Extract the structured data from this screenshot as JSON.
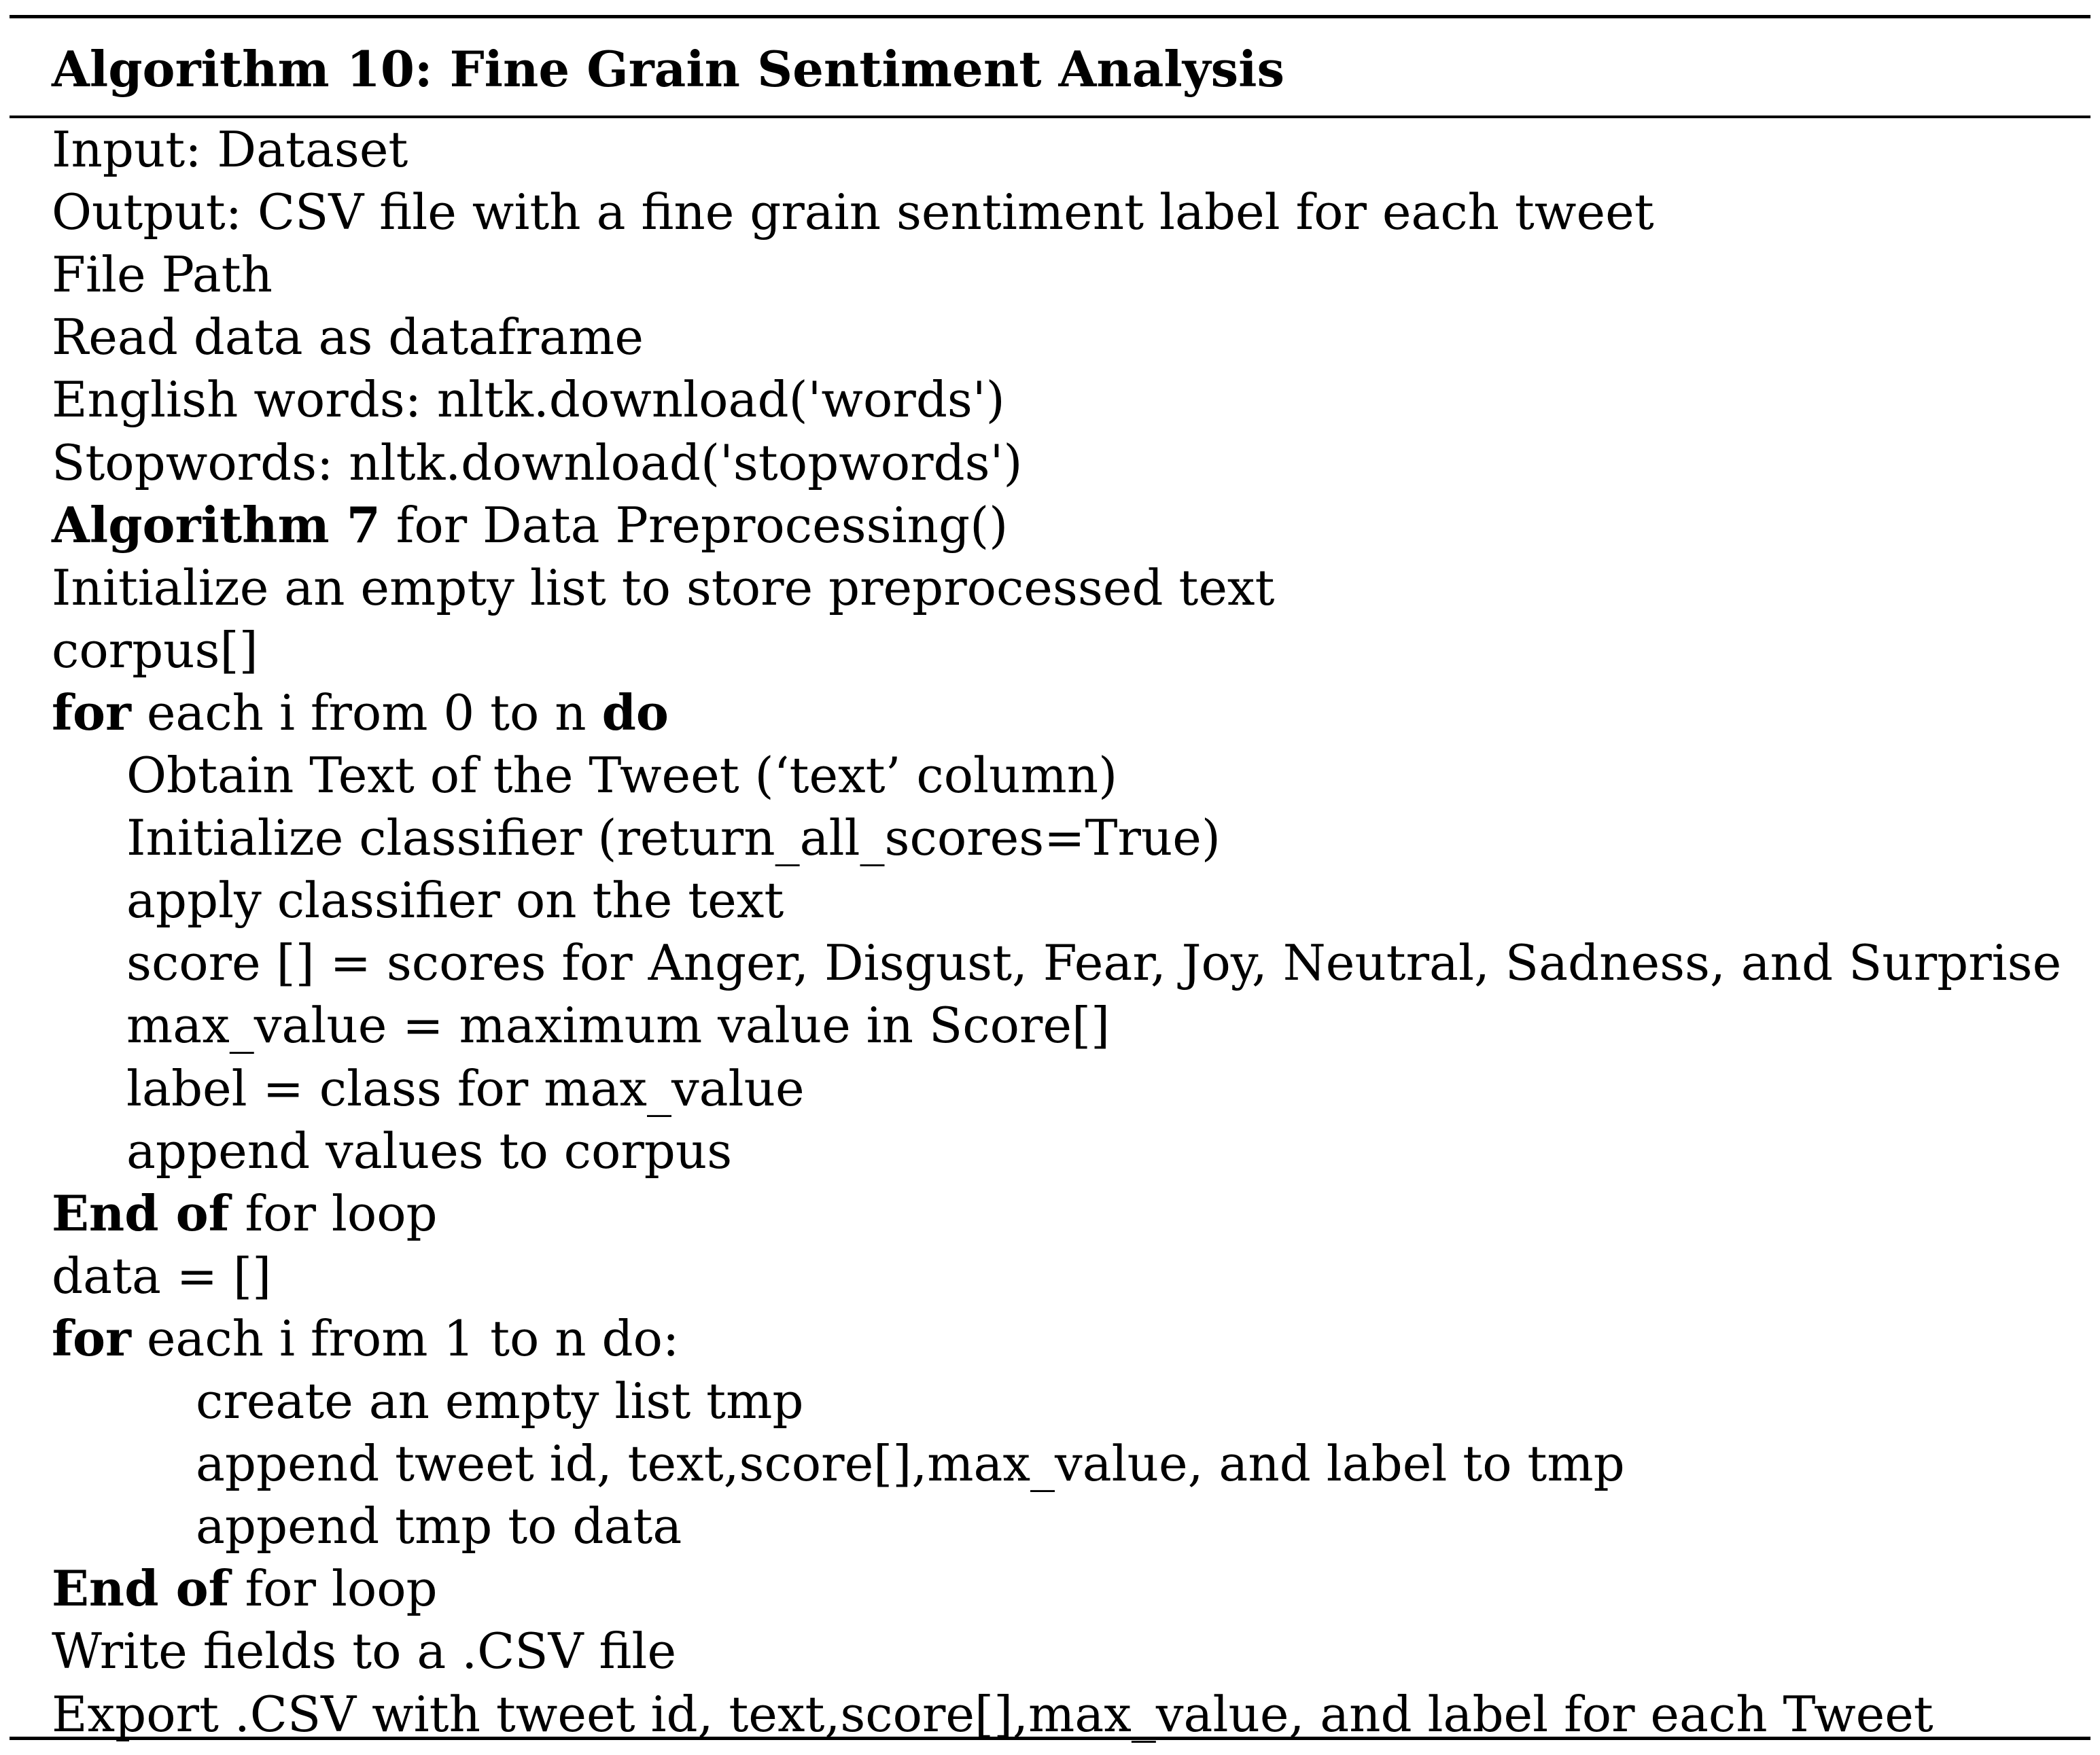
{
  "algorithm": {
    "title": "Algorithm 10: Fine Grain Sentiment Analysis",
    "lines": [
      {
        "indent": 0,
        "segments": [
          {
            "text": "Input: Dataset",
            "bold": false
          }
        ]
      },
      {
        "indent": 0,
        "segments": [
          {
            "text": "Output: CSV file with a fine grain sentiment label for each tweet",
            "bold": false
          }
        ]
      },
      {
        "indent": 0,
        "segments": [
          {
            "text": "File Path",
            "bold": false
          }
        ]
      },
      {
        "indent": 0,
        "segments": [
          {
            "text": "Read data as dataframe",
            "bold": false
          }
        ]
      },
      {
        "indent": 0,
        "segments": [
          {
            "text": "English words: nltk.download('words')",
            "bold": false
          }
        ]
      },
      {
        "indent": 0,
        "segments": [
          {
            "text": "Stopwords: nltk.download('stopwords')",
            "bold": false
          }
        ]
      },
      {
        "indent": 0,
        "segments": [
          {
            "text": "Algorithm 7",
            "bold": true
          },
          {
            "text": " for Data Preprocessing()",
            "bold": false
          }
        ]
      },
      {
        "indent": 0,
        "segments": [
          {
            "text": "Initialize an empty list to store preprocessed text",
            "bold": false
          }
        ]
      },
      {
        "indent": 0,
        "segments": [
          {
            "text": "corpus[]",
            "bold": false
          }
        ]
      },
      {
        "indent": 0,
        "segments": [
          {
            "text": "for",
            "bold": true
          },
          {
            "text": " each i from 0 to n ",
            "bold": false
          },
          {
            "text": "do",
            "bold": true
          }
        ]
      },
      {
        "indent": 1,
        "segments": [
          {
            "text": "Obtain Text of the Tweet (‘text’ column)",
            "bold": false
          }
        ]
      },
      {
        "indent": 1,
        "segments": [
          {
            "text": "Initialize classifier (return_all_scores=True)",
            "bold": false
          }
        ]
      },
      {
        "indent": 1,
        "segments": [
          {
            "text": "apply classifier on the text",
            "bold": false
          }
        ]
      },
      {
        "indent": 1,
        "segments": [
          {
            "text": "score [] = scores for Anger, Disgust, Fear, Joy, Neutral, Sadness, and Surprise",
            "bold": false
          }
        ]
      },
      {
        "indent": 1,
        "segments": [
          {
            "text": "max_value = maximum value in Score[]",
            "bold": false
          }
        ]
      },
      {
        "indent": 1,
        "segments": [
          {
            "text": "label = class for max_value",
            "bold": false
          }
        ]
      },
      {
        "indent": 1,
        "segments": [
          {
            "text": "append values to corpus",
            "bold": false
          }
        ]
      },
      {
        "indent": 0,
        "segments": [
          {
            "text": "End of",
            "bold": true
          },
          {
            "text": " for loop",
            "bold": false
          }
        ]
      },
      {
        "indent": 0,
        "segments": [
          {
            "text": "data = []",
            "bold": false
          }
        ]
      },
      {
        "indent": 0,
        "segments": [
          {
            "text": "for",
            "bold": true
          },
          {
            "text": " each i from 1 to n do:",
            "bold": false
          }
        ]
      },
      {
        "indent": 2,
        "segments": [
          {
            "text": "create an empty list tmp",
            "bold": false
          }
        ]
      },
      {
        "indent": 2,
        "segments": [
          {
            "text": "append tweet id, text,score[],max_value, and label to tmp",
            "bold": false
          }
        ]
      },
      {
        "indent": 2,
        "segments": [
          {
            "text": "append tmp to data",
            "bold": false
          }
        ]
      },
      {
        "indent": 0,
        "segments": [
          {
            "text": "End of",
            "bold": true
          },
          {
            "text": " for loop",
            "bold": false
          }
        ]
      },
      {
        "indent": 0,
        "segments": [
          {
            "text": "Write fields to a .CSV file",
            "bold": false
          }
        ]
      },
      {
        "indent": 0,
        "segments": [
          {
            "text": "Export .CSV with tweet id, text,score[],max_value, and label for each Tweet",
            "bold": false
          }
        ]
      }
    ]
  }
}
